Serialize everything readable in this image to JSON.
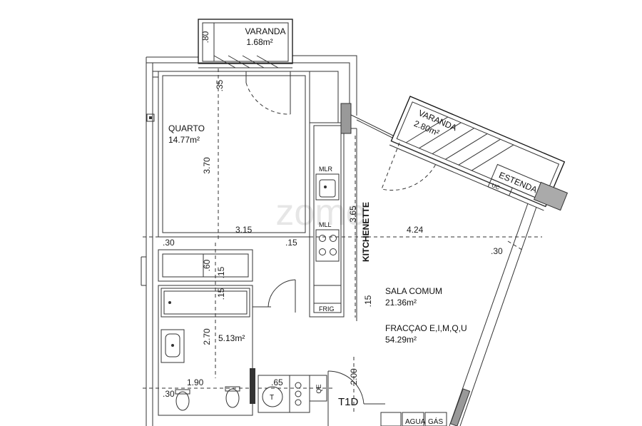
{
  "rooms": {
    "varanda_top": {
      "name": "VARANDA",
      "area": "1.68m²"
    },
    "quarto": {
      "name": "QUARTO",
      "area": "14.77m²"
    },
    "varanda_right": {
      "name": "VARANDA",
      "area": "2.80m²"
    },
    "estendal": {
      "name": "ESTENDAL"
    },
    "kitchenette": {
      "name": "KITCHENETTE"
    },
    "sala": {
      "name": "SALA COMUM",
      "area": "21.36m²"
    },
    "fraccao": {
      "name": "FRACÇAO E,I,M,Q,U",
      "area": "54.29m²"
    },
    "bath": {
      "area": "5.13m²"
    },
    "t1d": {
      "name": "T1D"
    }
  },
  "labels": {
    "mlr": "MLR",
    "mll": "MLL",
    "frig": "FRIG",
    "uc": "UC",
    "qe": "QE",
    "t": "T",
    "agua": "AGUA",
    "gas": "GÁS"
  },
  "dimensions": {
    "d_080": ".80",
    "d_035": ".35",
    "d_370": "3.70",
    "d_030_left": ".30",
    "d_315": "3.15",
    "d_015_mid": ".15",
    "d_365": "3.65",
    "d_424": "4.24",
    "d_030_right": ".30",
    "d_060": ".60",
    "d_015_a": ".15",
    "d_015_b": ".15",
    "d_270": "2.70",
    "d_190": "1.90",
    "d_065": ".65",
    "d_200": "2.00",
    "d_030_bl": ".30",
    "d_015_c": ".15"
  },
  "watermark": "zome"
}
